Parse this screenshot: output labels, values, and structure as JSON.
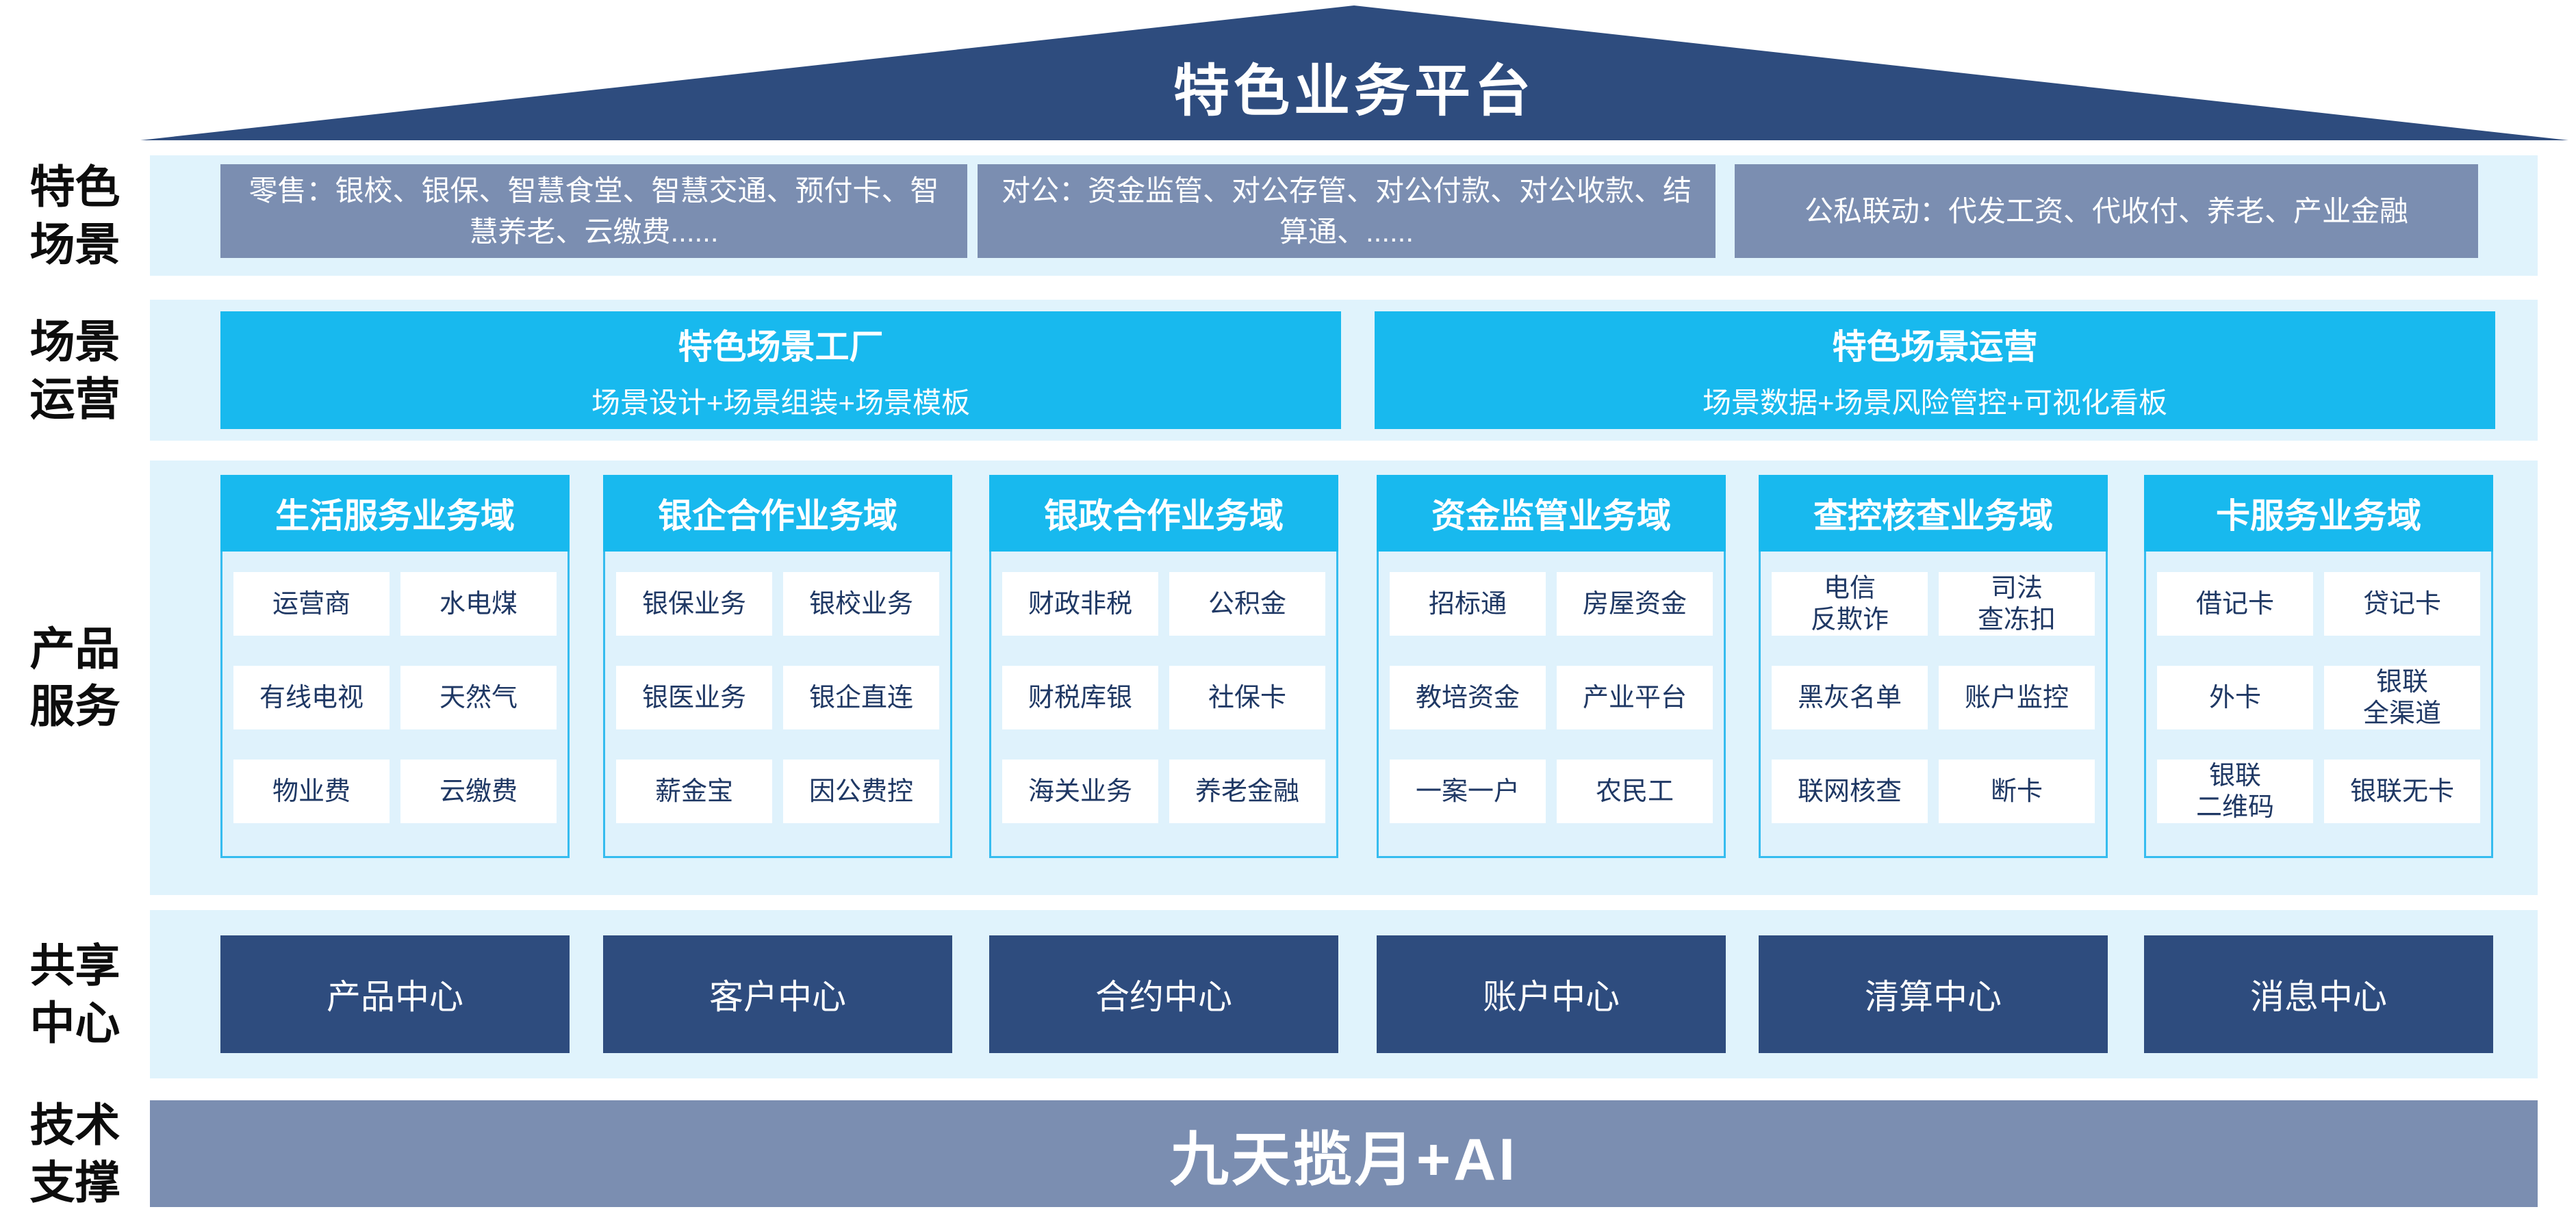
{
  "colors": {
    "roof_navy": "#2E4C7E",
    "steel_blue": "#7B8EB1",
    "cyan": "#18B9EE",
    "band_light_blue": "#E0F3FC",
    "panel_border": "#35BCEF",
    "cell_text_navy": "#1F3864"
  },
  "title": "特色业务平台",
  "left_labels": {
    "scene": "特色\n场景",
    "operation": "场景\n运营",
    "product": "产品\n服务",
    "share": "共享\n中心",
    "tech": "技术\n支撑"
  },
  "scenes": {
    "items": [
      {
        "text": "零售：银校、银保、智慧食堂、智慧交通、预付卡、智慧养老、云缴费......"
      },
      {
        "text": "对公：资金监管、对公存管、对公付款、对公收款、结算通、......"
      },
      {
        "text": "公私联动：代发工资、代收付、养老、产业金融"
      }
    ]
  },
  "operations": {
    "items": [
      {
        "title": "特色场景工厂",
        "subtitle": "场景设计+场景组装+场景模板"
      },
      {
        "title": "特色场景运营",
        "subtitle": "场景数据+场景风险管控+可视化看板"
      }
    ]
  },
  "products": {
    "columns": [
      {
        "header": "生活服务业务域",
        "cells": [
          {
            "label": "运营商"
          },
          {
            "label": "水电煤"
          },
          {
            "label": "有线电视"
          },
          {
            "label": "天然气"
          },
          {
            "label": "物业费"
          },
          {
            "label": "云缴费"
          }
        ]
      },
      {
        "header": "银企合作业务域",
        "cells": [
          {
            "label": "银保业务"
          },
          {
            "label": "银校业务"
          },
          {
            "label": "银医业务"
          },
          {
            "label": "银企直连"
          },
          {
            "label": "薪金宝"
          },
          {
            "label": "因公费控"
          }
        ]
      },
      {
        "header": "银政合作业务域",
        "cells": [
          {
            "label": "财政非税"
          },
          {
            "label": "公积金"
          },
          {
            "label": "财税库银"
          },
          {
            "label": "社保卡"
          },
          {
            "label": "海关业务"
          },
          {
            "label": "养老金融"
          }
        ]
      },
      {
        "header": "资金监管业务域",
        "cells": [
          {
            "label": "招标通"
          },
          {
            "label": "房屋资金"
          },
          {
            "label": "教培资金"
          },
          {
            "label": "产业平台"
          },
          {
            "label": "一案一户"
          },
          {
            "label": "农民工"
          }
        ]
      },
      {
        "header": "查控核查业务域",
        "cells": [
          {
            "label": "电信\n反欺诈"
          },
          {
            "label": "司法\n查冻扣"
          },
          {
            "label": "黑灰名单"
          },
          {
            "label": "账户监控"
          },
          {
            "label": "联网核查"
          },
          {
            "label": "断卡"
          }
        ]
      },
      {
        "header": "卡服务业务域",
        "cells": [
          {
            "label": "借记卡"
          },
          {
            "label": "贷记卡"
          },
          {
            "label": "外卡"
          },
          {
            "label": "银联\n全渠道"
          },
          {
            "label": "银联\n二维码"
          },
          {
            "label": "银联无卡"
          }
        ]
      }
    ]
  },
  "share_centers": {
    "items": [
      {
        "label": "产品中心"
      },
      {
        "label": "客户中心"
      },
      {
        "label": "合约中心"
      },
      {
        "label": "账户中心"
      },
      {
        "label": "清算中心"
      },
      {
        "label": "消息中心"
      }
    ]
  },
  "tech_support": {
    "label": "九天揽月+AI"
  }
}
